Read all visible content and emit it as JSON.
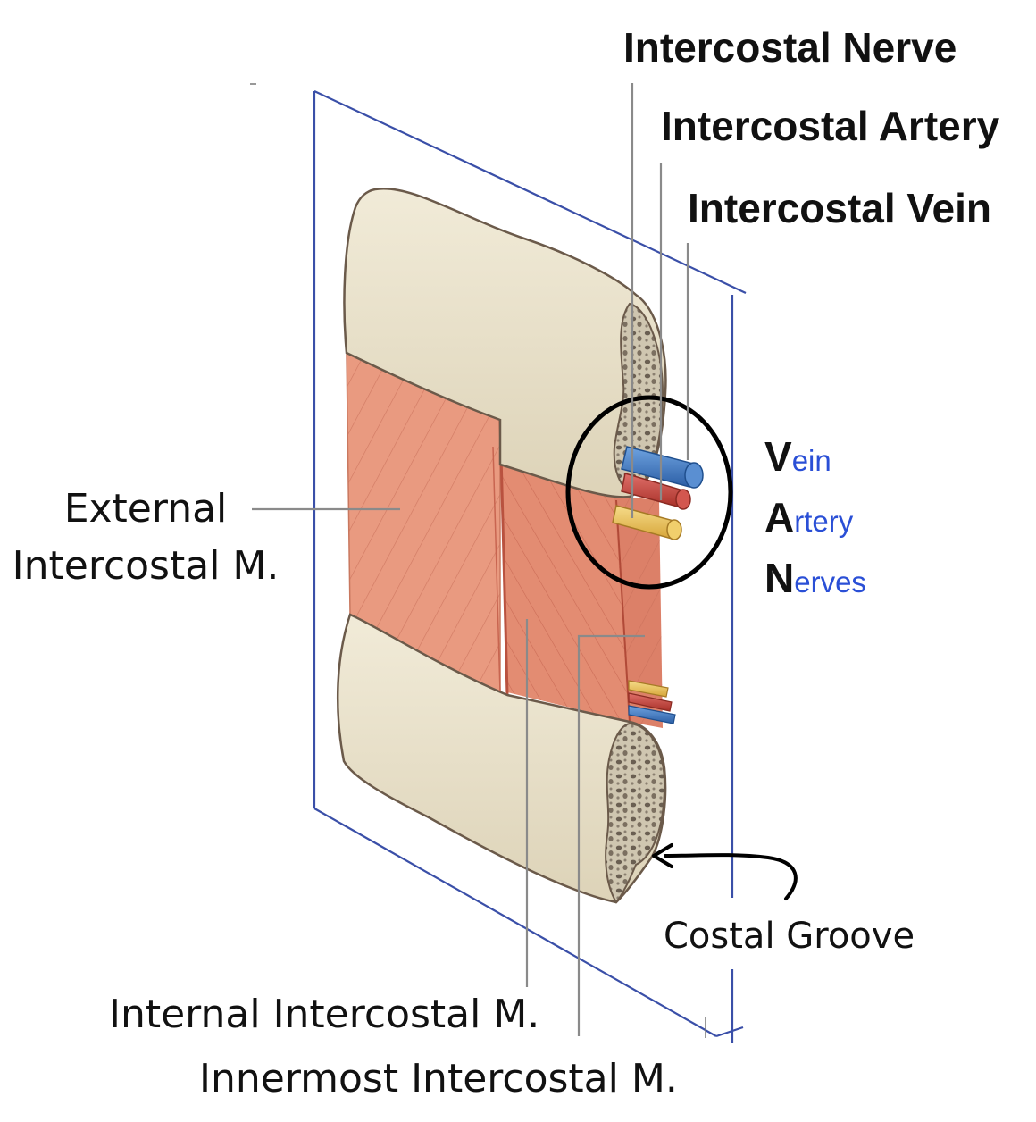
{
  "labels": {
    "nerve": "Intercostal Nerve",
    "artery": "Intercostal Artery",
    "vein": "Intercostal Vein",
    "external_line1": "External",
    "external_line2": "Intercostal M.",
    "internal": "Internal Intercostal M.",
    "innermost": "Innermost Intercostal M.",
    "costal_groove": "Costal Groove"
  },
  "mnemonic": [
    {
      "initial": "V",
      "rest": "ein"
    },
    {
      "initial": "A",
      "rest": "rtery"
    },
    {
      "initial": "N",
      "rest": "erves"
    }
  ],
  "colors": {
    "plane": "#3a4fa8",
    "bone": "#ebe4cf",
    "bone_edge": "#6b5a4a",
    "muscle": "#e89a80",
    "vein": "#3f7ac4",
    "artery": "#c8453e",
    "nerve": "#e9c25a",
    "mnemonic_rest": "#2a4fd6"
  },
  "icons": [
    "arrow-left-curved-icon"
  ]
}
